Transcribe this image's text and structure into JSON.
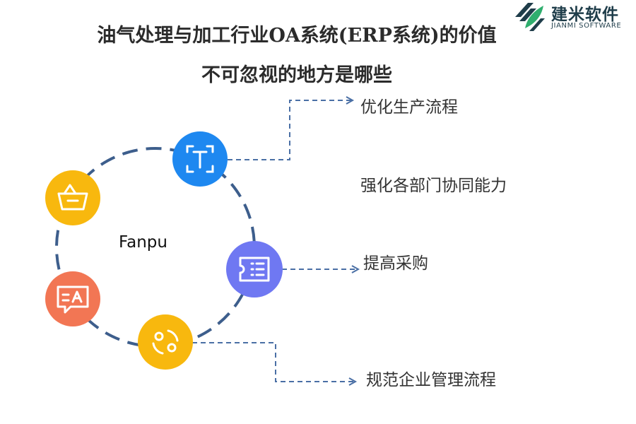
{
  "title": {
    "line1": "油气处理与加工行业OA系统(ERP系统)的价值",
    "line2": "不可忽视的地方是哪些"
  },
  "logo": {
    "name": "建米软件",
    "subtitle": "JIANMI SOFTWARE",
    "colors": {
      "dark": "#1f3d4a",
      "green": "#2fae6e"
    }
  },
  "center_label": "Fanpu",
  "items": [
    {
      "label": "优化生产流程",
      "icon": "text-t-icon",
      "color": "#1e88f0"
    },
    {
      "label": "强化各部门协同能力",
      "icon": "",
      "color": ""
    },
    {
      "label": "提高采购",
      "icon": "ticket-list-icon",
      "color": "#6f78f2"
    },
    {
      "label": "规范企业管理流程",
      "icon": "cycle-arrows-icon",
      "color": "#f8b80e"
    }
  ],
  "extra_icons": [
    {
      "icon": "basket-icon",
      "color": "#f8b80e"
    },
    {
      "icon": "translate-chat-icon",
      "color": "#f27654"
    }
  ],
  "colors": {
    "ring": "#3d5e8c",
    "connector": "#4a6fa5"
  }
}
